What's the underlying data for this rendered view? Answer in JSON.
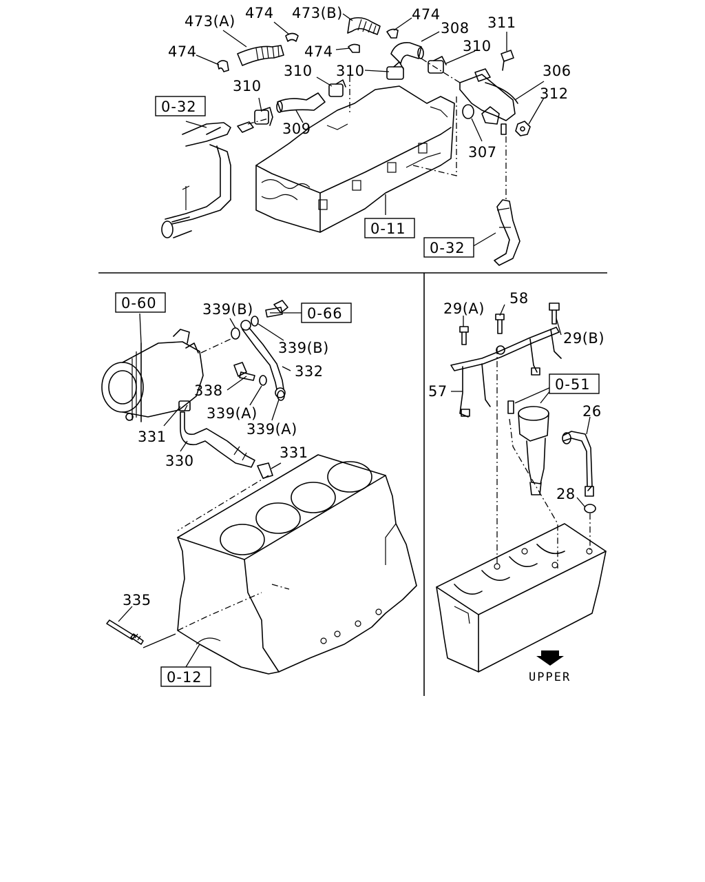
{
  "top_section": {
    "callouts": {
      "c473a": "473(A)",
      "c474_top1": "474",
      "c473b": "473(B)",
      "c474_top2": "474",
      "c474_left": "474",
      "c474_mid": "474",
      "c308": "308",
      "c311": "311",
      "c310_right": "310",
      "c310_a": "310",
      "c310_b": "310",
      "c310_left": "310",
      "c306": "306",
      "c312": "312",
      "c309": "309",
      "c307": "307"
    },
    "refs": {
      "ref_032_left": "0-32",
      "ref_011": "0-11",
      "ref_032_right": "0-32"
    }
  },
  "left_section": {
    "callouts": {
      "c339b_top": "339(B)",
      "c339b_right": "339(B)",
      "c332": "332",
      "c338": "338",
      "c339a_mid": "339(A)",
      "c339a_low": "339(A)",
      "c331_left": "331",
      "c330": "330",
      "c331_right": "331",
      "c335": "335"
    },
    "refs": {
      "ref_060": "0-60",
      "ref_066": "0-66",
      "ref_012": "0-12"
    }
  },
  "right_section": {
    "callouts": {
      "c29a": "29(A)",
      "c58": "58",
      "c29b": "29(B)",
      "c57": "57",
      "c26": "26",
      "c28": "28"
    },
    "refs": {
      "ref_051": "0-51"
    },
    "direction_label": "UPPER"
  }
}
